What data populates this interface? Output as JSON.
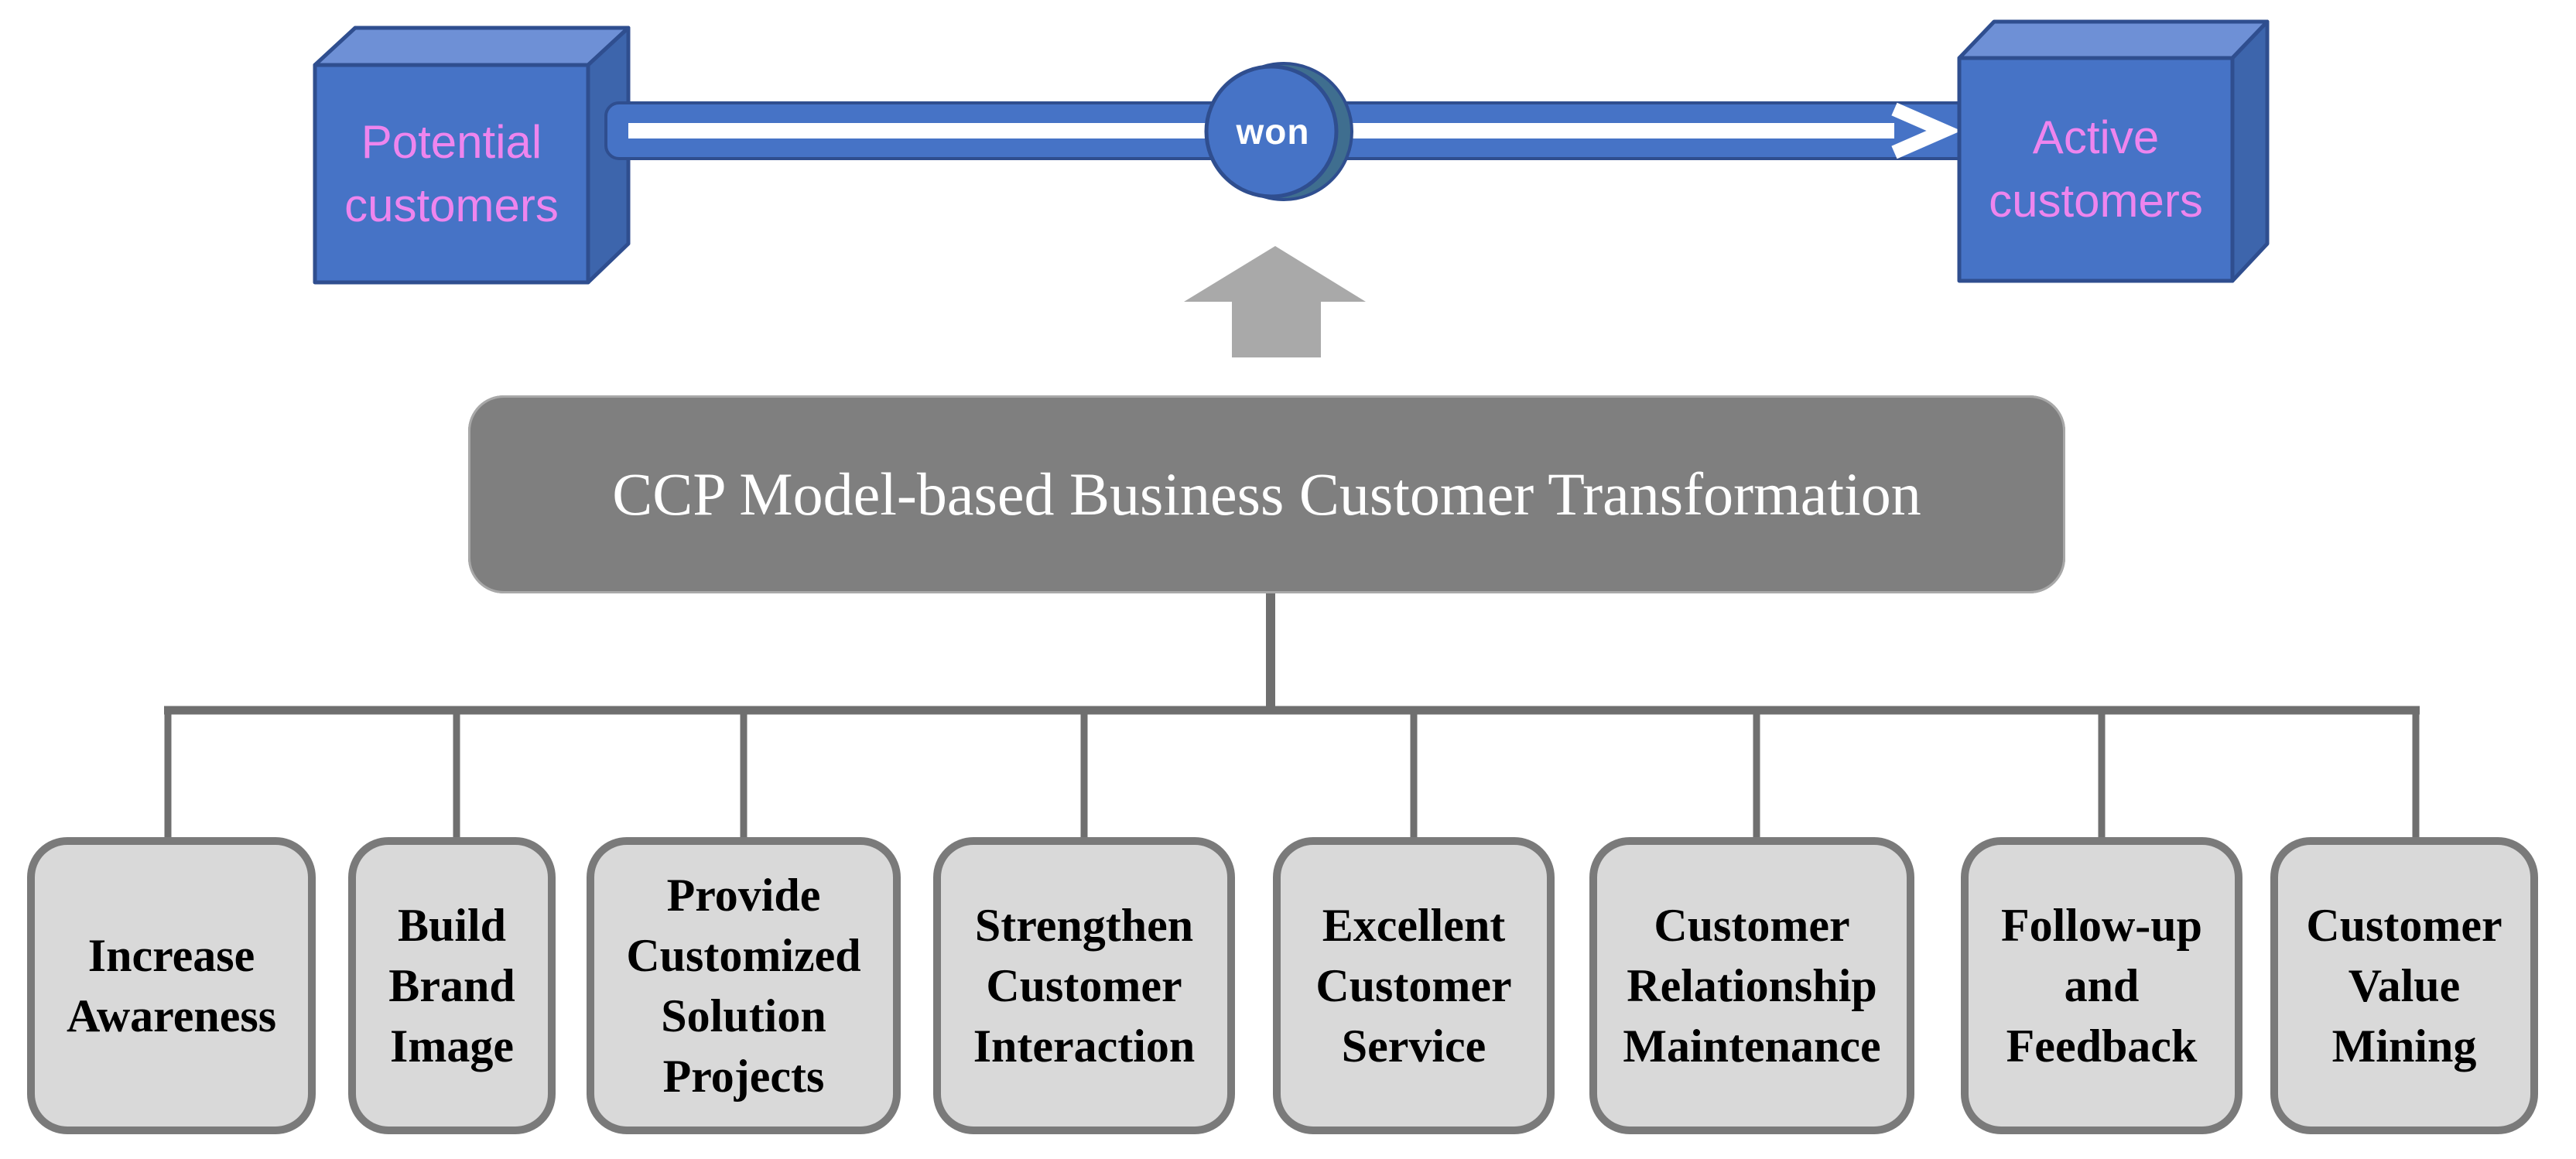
{
  "diagram": {
    "flow": {
      "source_label": "Potential\ncustomers",
      "target_label": "Active\ncustomers",
      "edge_label": "won"
    },
    "process_title": "CCP Model-based Business Customer Transformation",
    "strategies": [
      {
        "label": "Increase\nAwareness"
      },
      {
        "label": "Build\nBrand\nImage"
      },
      {
        "label": "Provide\nCustomized\nSolution\nProjects"
      },
      {
        "label": "Strengthen\nCustomer\nInteraction"
      },
      {
        "label": "Excellent\nCustomer\nService"
      },
      {
        "label": "Customer\nRelationship\nMaintenance"
      },
      {
        "label": "Follow-up\nand\nFeedback"
      },
      {
        "label": "Customer\nValue\nMining"
      }
    ],
    "colors": {
      "cube_front": "#4673C6",
      "cube_top": "#6E90D6",
      "cube_side": "#3D65AC",
      "cube_border": "#2F4E8F",
      "flow_label_pink": "#EE85EE",
      "won_text": "#FFFFFF",
      "won_shadow": "#3F6E8F",
      "arrow_white": "#FFFFFF",
      "up_arrow_gray": "#A9A9A9",
      "process_fill": "#7F7F7F",
      "process_text": "#FFFFFF",
      "connector_gray": "#6F6F6F",
      "node_fill": "#D9D9D9",
      "node_border": "#7A7A7A",
      "node_text": "#000000",
      "background": "#FFFFFF"
    }
  }
}
